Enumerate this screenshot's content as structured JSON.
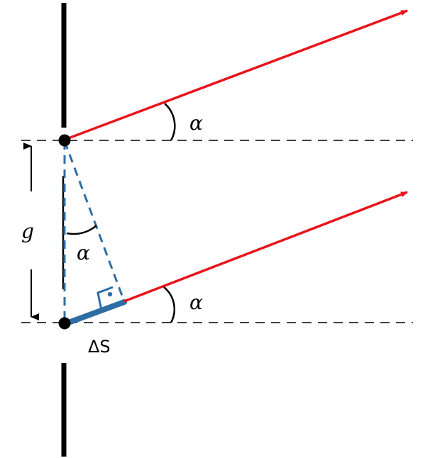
{
  "diagram": {
    "labels": {
      "alpha_top": "α",
      "alpha_inner": "α",
      "alpha_bottom": "α",
      "gap": "g",
      "path_difference": "ΔS"
    },
    "colors": {
      "wall": "#000000",
      "ray": "#e8141b",
      "construction": "#2e6da4",
      "reference_line": "#000000",
      "background": "#ffffff"
    }
  }
}
